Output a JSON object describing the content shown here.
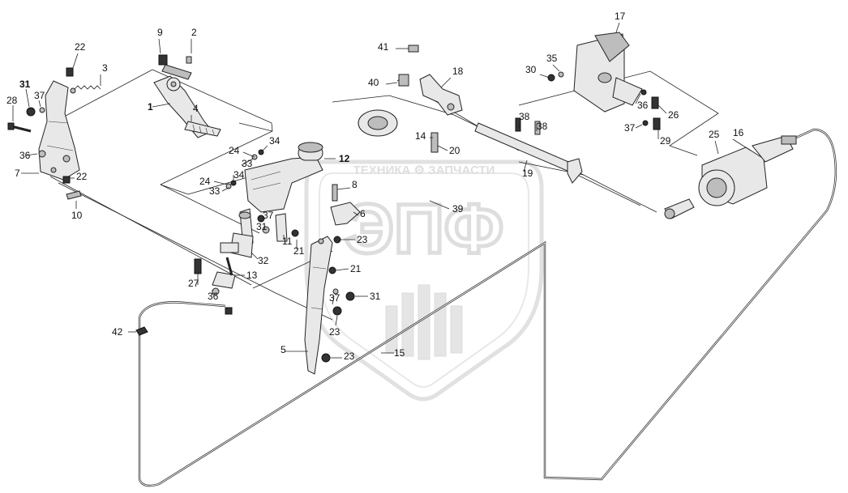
{
  "watermark": {
    "brand_line": "ТЕХНИКА ⚙ ЗАПЧАСТИ",
    "monogram": "ЭПФ",
    "color": "#c9c9c9"
  },
  "callouts": [
    {
      "text": "1",
      "bold": true
    },
    {
      "text": "2",
      "bold": false
    },
    {
      "text": "3",
      "bold": false
    },
    {
      "text": "4",
      "bold": false
    },
    {
      "text": "5",
      "bold": false
    },
    {
      "text": "6",
      "bold": false
    },
    {
      "text": "7",
      "bold": false
    },
    {
      "text": "8",
      "bold": false
    },
    {
      "text": "9",
      "bold": false
    },
    {
      "text": "10",
      "bold": false
    },
    {
      "text": "11",
      "bold": false
    },
    {
      "text": "12",
      "bold": true
    },
    {
      "text": "13",
      "bold": false
    },
    {
      "text": "14",
      "bold": false
    },
    {
      "text": "15",
      "bold": false
    },
    {
      "text": "16",
      "bold": false
    },
    {
      "text": "17",
      "bold": false
    },
    {
      "text": "18",
      "bold": false
    },
    {
      "text": "19",
      "bold": false
    },
    {
      "text": "20",
      "bold": false
    },
    {
      "text": "21",
      "bold": false
    },
    {
      "text": "21",
      "bold": false
    },
    {
      "text": "22",
      "bold": false
    },
    {
      "text": "22",
      "bold": false
    },
    {
      "text": "23",
      "bold": false
    },
    {
      "text": "23",
      "bold": false
    },
    {
      "text": "23",
      "bold": false
    },
    {
      "text": "24",
      "bold": false
    },
    {
      "text": "24",
      "bold": false
    },
    {
      "text": "25",
      "bold": false
    },
    {
      "text": "26",
      "bold": false
    },
    {
      "text": "27",
      "bold": false
    },
    {
      "text": "28",
      "bold": false
    },
    {
      "text": "29",
      "bold": false
    },
    {
      "text": "30",
      "bold": false
    },
    {
      "text": "31",
      "bold": true
    },
    {
      "text": "31",
      "bold": false
    },
    {
      "text": "31",
      "bold": false
    },
    {
      "text": "32",
      "bold": false
    },
    {
      "text": "33",
      "bold": false
    },
    {
      "text": "33",
      "bold": false
    },
    {
      "text": "34",
      "bold": false
    },
    {
      "text": "34",
      "bold": false
    },
    {
      "text": "35",
      "bold": false
    },
    {
      "text": "36",
      "bold": false
    },
    {
      "text": "36",
      "bold": false
    },
    {
      "text": "36",
      "bold": false
    },
    {
      "text": "37",
      "bold": false
    },
    {
      "text": "37",
      "bold": false
    },
    {
      "text": "37",
      "bold": false
    },
    {
      "text": "37",
      "bold": false
    },
    {
      "text": "38",
      "bold": false
    },
    {
      "text": "38",
      "bold": false
    },
    {
      "text": "39",
      "bold": false
    },
    {
      "text": "40",
      "bold": false
    },
    {
      "text": "41",
      "bold": false
    },
    {
      "text": "42",
      "bold": false
    }
  ]
}
